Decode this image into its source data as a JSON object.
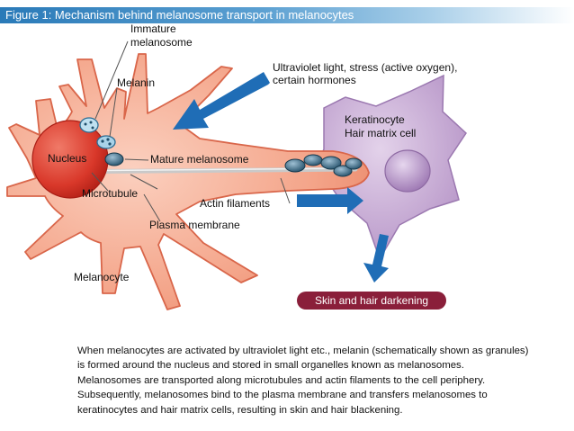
{
  "figure_title": "Figure 1: Mechanism behind melanosome transport in melanocytes",
  "labels": {
    "immature_line1": "Immature",
    "immature_line2": "melanosome",
    "melanin": "Melanin",
    "uv_line1": "Ultraviolet light, stress (active oxygen),",
    "uv_line2": "certain hormones",
    "keratinocyte_line1": "Keratinocyte",
    "keratinocyte_line2": "Hair matrix cell",
    "nucleus": "Nucleus",
    "mature": "Mature melanosome",
    "microtubule": "Microtubule",
    "actin": "Actin filaments",
    "plasma": "Plasma membrane",
    "melanocyte": "Melanocyte",
    "darkening": "Skin and hair darkening"
  },
  "caption_lines": [
    "When melanocytes are activated by ultraviolet light etc., melanin (schematically shown as granules)",
    "is formed around the nucleus and stored in small organelles known as melanosomes.",
    "Melanosomes are transported along microtubules and actin filaments to the cell periphery.",
    "Subsequently, melanosomes bind to the plasma membrane and transfers melanosomes to",
    "keratinocytes and hair matrix cells, resulting in skin and hair blackening."
  ],
  "colors": {
    "melanocyte_fill": "#f4a58a",
    "melanocyte_stroke": "#d9664a",
    "nucleus": "#d9382a",
    "keratinocyte_fill": "#c9a9d6",
    "arrow_blue": "#1f6db6",
    "darkening_badge": "#8a1f3a"
  }
}
